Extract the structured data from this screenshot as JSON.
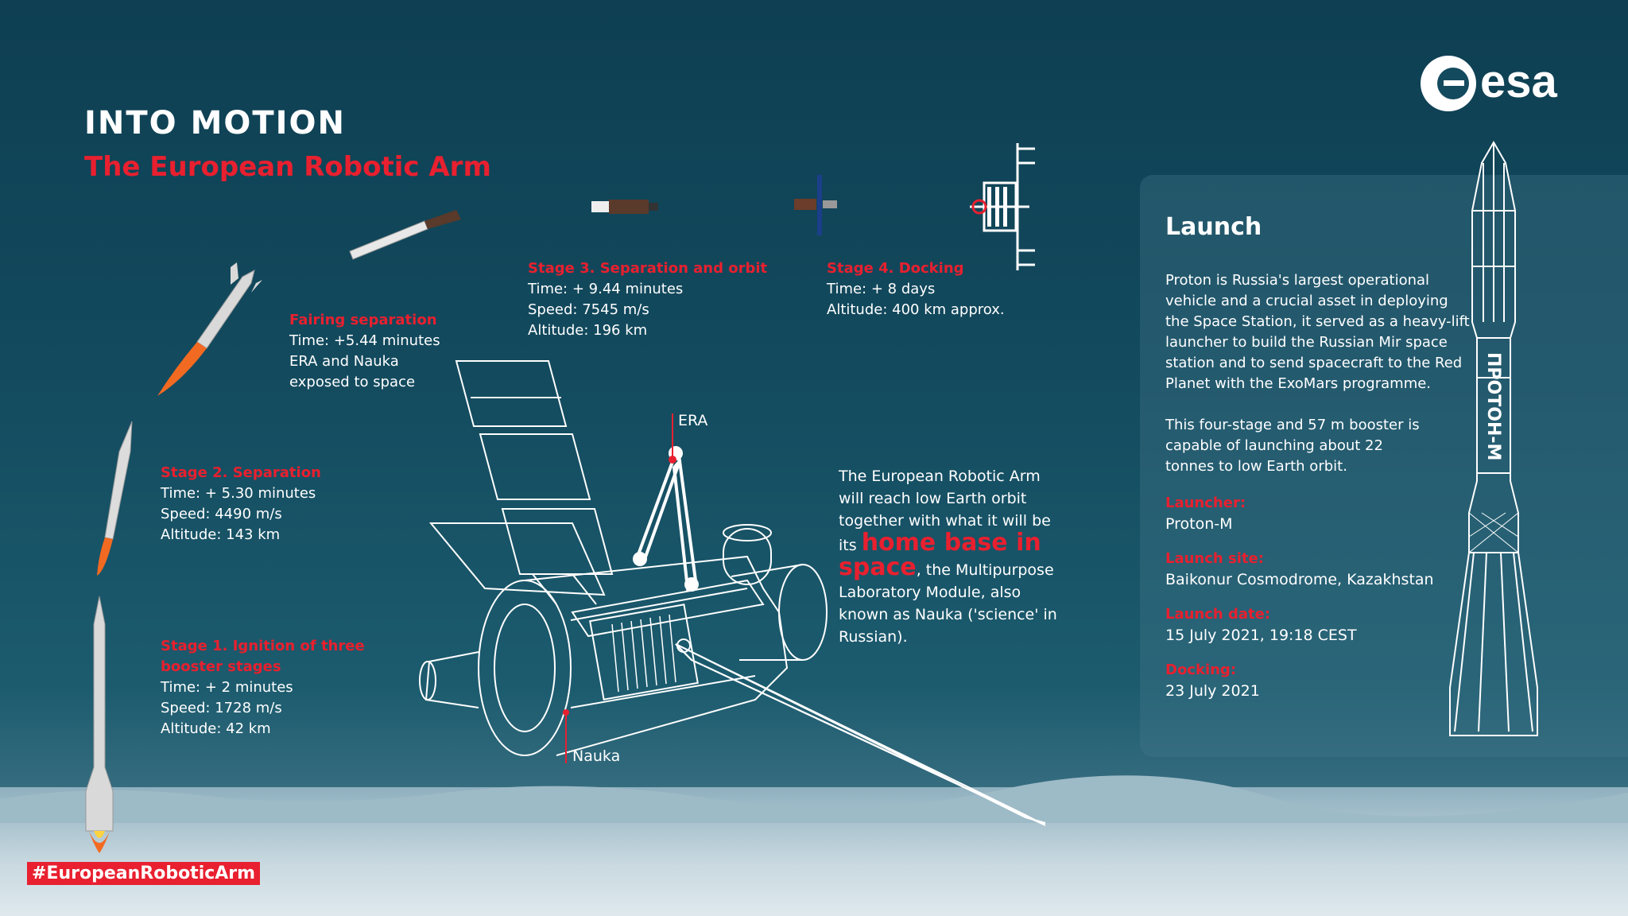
{
  "header": {
    "title": "INTO MOTION",
    "subtitle": "The European Robotic Arm"
  },
  "brand": {
    "logo_text": "esa",
    "accent": "#e8202f",
    "background": "#134a5e"
  },
  "hashtag": "#EuropeanRoboticArm",
  "stages": {
    "stage1": {
      "heading_line1": "Stage 1. Ignition of three",
      "heading_line2": "booster stages",
      "time": "Time: + 2 minutes",
      "speed": "Speed: 1728 m/s",
      "altitude": "Altitude: 42 km"
    },
    "stage2": {
      "heading": "Stage 2. Separation",
      "time": "Time: + 5.30 minutes",
      "speed": "Speed: 4490 m/s",
      "altitude": "Altitude: 143 km"
    },
    "fairing": {
      "heading": "Fairing separation",
      "time": "Time: +5.44 minutes",
      "line2": "ERA and Nauka",
      "line3": "exposed to space"
    },
    "stage3": {
      "heading": "Stage 3. Separation and orbit",
      "time": "Time: + 9.44 minutes",
      "speed": "Speed: 7545 m/s",
      "altitude": "Altitude: 196 km"
    },
    "stage4": {
      "heading": "Stage 4. Docking",
      "time": "Time: + 8 days",
      "altitude": "Altitude: 400 km approx."
    }
  },
  "diagram": {
    "era_label": "ERA",
    "nauka_label": "Nauka",
    "quote_lines": [
      "The European Robotic Arm",
      "will reach low Earth orbit",
      "together with what it will be"
    ],
    "quote_its": "its",
    "quote_big": "home base in space",
    "quote_rest": ", the Multipurpose Laboratory Module, also known as Nauka ('science' in Russian)."
  },
  "launch_panel": {
    "heading": "Launch",
    "para1": "Proton is Russia's largest operational vehicle and a crucial asset in deploying the Space Station, it served as a heavy-lift launcher to build the Russian Mir space station and to send spacecraft to the Red Planet with the ExoMars programme.",
    "para2": "This four-stage and 57 m booster is capable of launching about 22 tonnes to low Earth orbit.",
    "fields": [
      {
        "label": "Launcher:",
        "value": "Proton-M"
      },
      {
        "label": "Launch site:",
        "value": "Baikonur Cosmodrome, Kazakhstan"
      },
      {
        "label": "Launch date:",
        "value": "15 July 2021, 19:18 CEST"
      },
      {
        "label": "Docking:",
        "value": "23 July 2021"
      }
    ],
    "rocket_text": "ПРОТОН-М"
  }
}
